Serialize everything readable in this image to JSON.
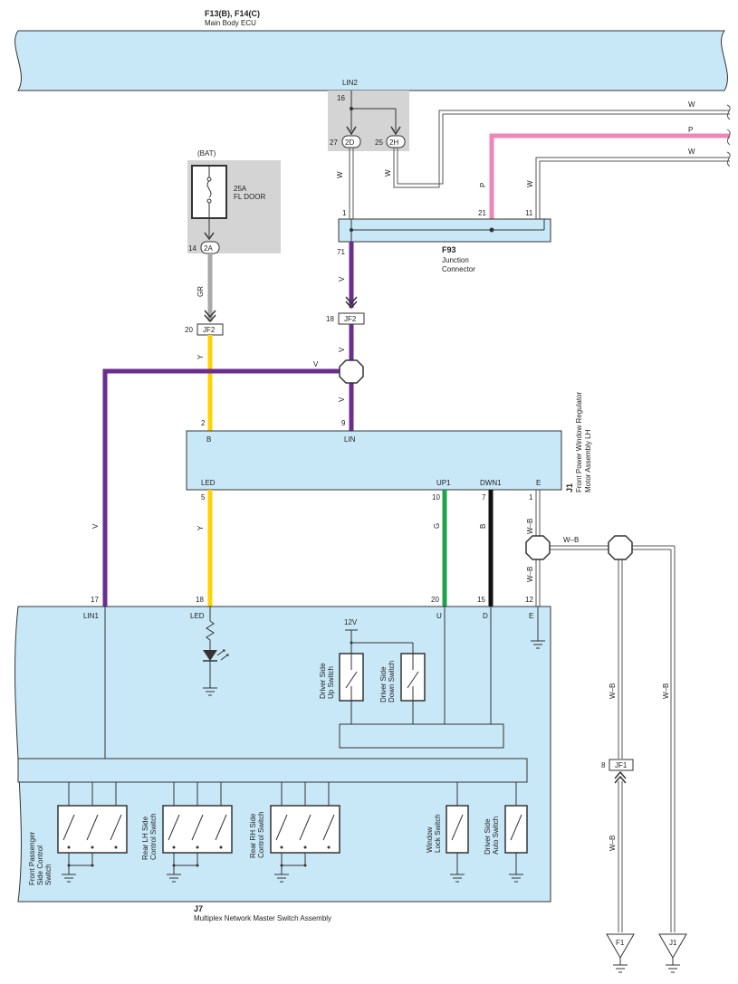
{
  "colors": {
    "box_fill": "#c8e8f8",
    "gray_fill": "#d4d4d4",
    "violet": "#6a2e8e",
    "yellow": "#ffd400",
    "pink": "#ef86b8",
    "green": "#1ea34a",
    "black": "#111111",
    "gray_wire": "#a8a8a8"
  },
  "ecu": {
    "code": "F13(B), F14(C)",
    "name": "Main Body ECU",
    "lin_label": "LIN2"
  },
  "top_connector": {
    "pin_in": "16",
    "left_pin": "27",
    "left_conn": "2D",
    "right_pin": "25",
    "right_conn": "2H"
  },
  "fuse": {
    "source": "(BAT)",
    "rating": "25A",
    "name": "FL DOOR",
    "pin": "14",
    "conn": "2A"
  },
  "junction": {
    "code": "F93",
    "line1": "Junction",
    "line2": "Connector",
    "pin1": "1",
    "pin21": "21",
    "pin11": "11",
    "pin71": "71"
  },
  "wires": {
    "W": "W",
    "P": "P",
    "V": "V",
    "Y": "Y",
    "GR": "GR",
    "G": "G",
    "B": "B",
    "WB": "W–B"
  },
  "jf2_top": {
    "pin": "18",
    "name": "JF2"
  },
  "jf2_left": {
    "pin": "20",
    "name": "JF2"
  },
  "motor": {
    "code": "J1",
    "line1": "Front Power Window Regulator",
    "line2": "Motor Assembly LH",
    "pins": {
      "b_num": "2",
      "b_label": "B",
      "lin_num": "9",
      "lin_label": "LIN",
      "led_label": "LED",
      "led_num": "5",
      "up_label": "UP1",
      "up_num": "10",
      "dwn_label": "DWN1",
      "dwn_num": "7",
      "e_label": "E",
      "e_num": "1"
    }
  },
  "master": {
    "code": "J7",
    "name": "Multiplex Network Master Switch Assembly",
    "pins": {
      "lin_num": "17",
      "lin_label": "LIN1",
      "led_num": "18",
      "led_label": "LED",
      "u_num": "20",
      "u_label": "U",
      "d_num": "15",
      "d_label": "D",
      "e_num": "12",
      "e_label": "E"
    },
    "voltage": "12V",
    "switches": {
      "up": [
        "Driver Side",
        "Up Switch"
      ],
      "down": [
        "Driver Side",
        "Down Switch"
      ],
      "front_passenger": [
        "Front Passenger",
        "Side Control",
        "Switch"
      ],
      "rear_lh": [
        "Rear LH Side",
        "Control Switch"
      ],
      "rear_rh": [
        "Rear RH Side",
        "Control Switch"
      ],
      "window_lock": [
        "Window",
        "Lock Switch"
      ],
      "auto": [
        "Driver Side",
        "Auto Switch"
      ]
    }
  },
  "jf1": {
    "pin": "8",
    "name": "JF1"
  },
  "grounds": {
    "f1": "F1",
    "j1": "J1"
  }
}
